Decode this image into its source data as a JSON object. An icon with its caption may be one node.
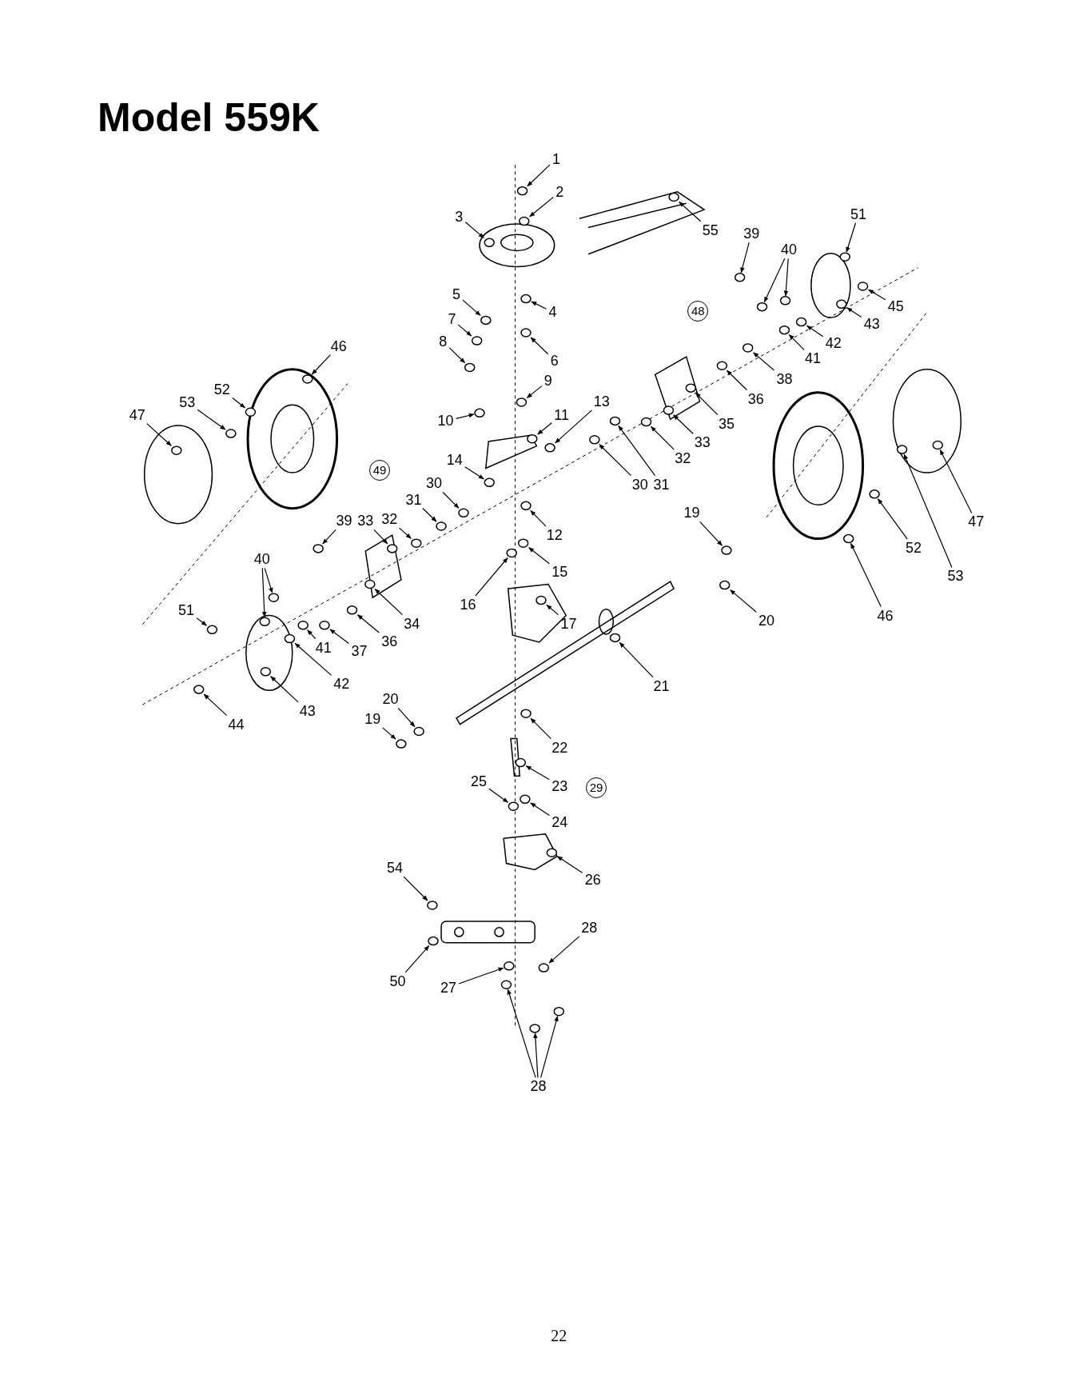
{
  "diagram": {
    "title": "Model 559K",
    "nodes": [
      {
        "text": [
          "1"
        ]
      },
      {
        "text": [
          "2"
        ]
      },
      {
        "text": [
          "3"
        ]
      },
      {
        "text": [
          "55"
        ]
      },
      {
        "text": [
          "39"
        ]
      },
      {
        "text": [
          "40"
        ]
      },
      {
        "text": [
          "51"
        ]
      },
      {
        "text": [
          "45"
        ]
      },
      {
        "text": [
          "43"
        ]
      },
      {
        "text": [
          "5"
        ]
      },
      {
        "text": [
          "4"
        ]
      },
      {
        "text": [
          "48"
        ]
      },
      {
        "text": [
          "7"
        ]
      },
      {
        "text": [
          "6"
        ]
      },
      {
        "text": [
          "8"
        ]
      },
      {
        "text": [
          "46"
        ]
      },
      {
        "text": [
          "42"
        ]
      },
      {
        "text": [
          "41"
        ]
      },
      {
        "text": [
          "38"
        ]
      },
      {
        "text": [
          "36"
        ]
      },
      {
        "text": [
          "9"
        ]
      },
      {
        "text": [
          "52"
        ]
      },
      {
        "text": [
          "53"
        ]
      },
      {
        "text": [
          "47"
        ]
      },
      {
        "text": [
          "10"
        ]
      },
      {
        "text": [
          "11"
        ]
      },
      {
        "text": [
          "13"
        ]
      },
      {
        "text": [
          "35"
        ]
      },
      {
        "text": [
          "33"
        ]
      },
      {
        "text": [
          "32"
        ]
      },
      {
        "text": [
          "14"
        ]
      },
      {
        "text": [
          "30"
        ]
      },
      {
        "text": [
          "31"
        ]
      },
      {
        "text": [
          "49"
        ]
      },
      {
        "text": [
          "30"
        ]
      },
      {
        "text": [
          "31"
        ]
      },
      {
        "text": [
          "39"
        ]
      },
      {
        "text": [
          "33"
        ]
      },
      {
        "text": [
          "32"
        ]
      },
      {
        "text": [
          "12"
        ]
      },
      {
        "text": [
          "19"
        ]
      },
      {
        "text": [
          "47"
        ]
      },
      {
        "text": [
          "52"
        ]
      },
      {
        "text": [
          "53"
        ]
      },
      {
        "text": [
          "40"
        ]
      },
      {
        "text": [
          "15"
        ]
      },
      {
        "text": [
          "20"
        ]
      },
      {
        "text": [
          "16"
        ]
      },
      {
        "text": [
          "17"
        ]
      },
      {
        "text": [
          "34"
        ]
      },
      {
        "text": [
          "46"
        ]
      },
      {
        "text": [
          "51"
        ]
      },
      {
        "text": [
          "36"
        ]
      },
      {
        "text": [
          "37"
        ]
      },
      {
        "text": [
          "41"
        ]
      },
      {
        "text": [
          "42"
        ]
      },
      {
        "text": [
          "21"
        ]
      },
      {
        "text": [
          "43"
        ]
      },
      {
        "text": [
          "44"
        ]
      },
      {
        "text": [
          "20"
        ]
      },
      {
        "text": [
          "19"
        ]
      },
      {
        "text": [
          "22"
        ]
      },
      {
        "text": [
          "23"
        ]
      },
      {
        "text": [
          "29"
        ]
      },
      {
        "text": [
          "25"
        ]
      },
      {
        "text": [
          "24"
        ]
      },
      {
        "text": [
          "26"
        ]
      },
      {
        "text": [
          "54"
        ]
      },
      {
        "text": [
          "28"
        ]
      },
      {
        "text": [
          "50"
        ]
      },
      {
        "text": [
          "27"
        ]
      },
      {
        "text": [
          "28"
        ]
      },
      {
        "text": [],
        "shape": "circle"
      },
      {
        "text": [],
        "shape": "circle"
      },
      {
        "text": [],
        "shape": "circle"
      },
      {
        "text": [],
        "shape": "circle"
      },
      {
        "text": [],
        "shape": "circle"
      },
      {
        "text": [],
        "shape": "circle"
      },
      {
        "text": [],
        "shape": "circle"
      },
      {
        "text": [],
        "shape": "circle"
      },
      {
        "text": [],
        "shape": "circle"
      },
      {
        "text": [],
        "shape": "circle"
      },
      {
        "text": [],
        "shape": "circle"
      },
      {
        "text": [],
        "shape": "circle"
      },
      {
        "text": [],
        "shape": "circle"
      },
      {
        "text": [],
        "shape": "circle"
      },
      {
        "text": [],
        "shape": "circle"
      },
      {
        "text": [],
        "shape": "circle"
      },
      {
        "text": [],
        "shape": "circle"
      },
      {
        "text": [],
        "shape": "circle"
      },
      {
        "text": [],
        "shape": "circle"
      },
      {
        "text": [],
        "shape": "circle"
      },
      {
        "text": [],
        "shape": "circle"
      },
      {
        "text": [],
        "shape": "circle"
      },
      {
        "text": [],
        "shape": "circle"
      },
      {
        "text": [],
        "shape": "circle"
      },
      {
        "text": [],
        "shape": "circle"
      },
      {
        "text": [],
        "shape": "circle"
      },
      {
        "text": [],
        "shape": "circle"
      },
      {
        "text": [],
        "shape": "circle"
      },
      {
        "text": [],
        "shape": "circle"
      },
      {
        "text": [],
        "shape": "circle"
      },
      {
        "text": [],
        "shape": "circle"
      },
      {
        "text": [],
        "shape": "circle"
      },
      {
        "text": [],
        "shape": "circle"
      },
      {
        "text": [],
        "shape": "circle"
      },
      {
        "text": [],
        "shape": "circle"
      },
      {
        "text": [],
        "shape": "circle"
      },
      {
        "text": [],
        "shape": "circle"
      },
      {
        "text": [],
        "shape": "circle"
      },
      {
        "text": [],
        "shape": "circle"
      },
      {
        "text": [],
        "shape": "circle"
      },
      {
        "text": [],
        "shape": "circle"
      },
      {
        "text": [],
        "shape": "circle"
      },
      {
        "text": [],
        "shape": "circle"
      },
      {
        "text": [],
        "shape": "circle"
      },
      {
        "text": [],
        "shape": "circle"
      },
      {
        "text": [],
        "shape": "circle"
      },
      {
        "text": [],
        "shape": "circle"
      },
      {
        "text": [],
        "shape": "circle"
      },
      {
        "text": [],
        "shape": "circle"
      },
      {
        "text": [],
        "shape": "circle"
      },
      {
        "text": [],
        "shape": "circle"
      },
      {
        "text": [],
        "shape": "circle"
      },
      {
        "text": [],
        "shape": "circle"
      },
      {
        "text": [],
        "shape": "circle"
      },
      {
        "text": [],
        "shape": "circle"
      },
      {
        "text": [],
        "shape": "circle"
      },
      {
        "text": [],
        "shape": "circle"
      },
      {
        "text": [],
        "shape": "circle"
      },
      {
        "text": [],
        "shape": "circle"
      },
      {
        "text": [],
        "shape": "circle"
      },
      {
        "text": [],
        "shape": "circle"
      },
      {
        "text": [],
        "shape": "circle"
      },
      {
        "text": [],
        "shape": "circle"
      },
      {
        "text": [],
        "shape": "circle"
      },
      {
        "text": [],
        "shape": "circle"
      },
      {
        "text": [],
        "shape": "circle"
      },
      {
        "text": [],
        "shape": "circle"
      },
      {
        "text": [],
        "shape": "circle"
      },
      {
        "text": [],
        "shape": "circle"
      },
      {
        "text": [],
        "shape": "circle"
      },
      {
        "text": [],
        "shape": "circle"
      },
      {
        "text": [],
        "shape": "circle"
      },
      {
        "text": [],
        "shape": "circle"
      }
    ],
    "edges": [
      {
        "from": 0,
        "to": 72,
        "arrow": "to"
      },
      {
        "from": 1,
        "to": 73,
        "arrow": "to"
      },
      {
        "from": 2,
        "to": 74,
        "arrow": "to"
      },
      {
        "from": 3,
        "to": 75,
        "arrow": "to"
      },
      {
        "from": 4,
        "to": 76,
        "arrow": "to"
      },
      {
        "from": 5,
        "to": 77,
        "arrow": "to"
      },
      {
        "from": 5,
        "to": 78,
        "arrow": "to"
      },
      {
        "from": 6,
        "to": 79,
        "arrow": "to"
      },
      {
        "from": 7,
        "to": 80,
        "arrow": "to"
      },
      {
        "from": 8,
        "to": 81,
        "arrow": "to"
      },
      {
        "from": 9,
        "to": 82,
        "arrow": "to"
      },
      {
        "from": 10,
        "to": 83,
        "arrow": "to"
      },
      {
        "from": 12,
        "to": 84,
        "arrow": "to"
      },
      {
        "from": 13,
        "to": 85,
        "arrow": "to"
      },
      {
        "from": 14,
        "to": 86,
        "arrow": "to"
      },
      {
        "from": 15,
        "to": 87,
        "arrow": "to"
      },
      {
        "from": 16,
        "to": 88,
        "arrow": "to"
      },
      {
        "from": 17,
        "to": 89,
        "arrow": "to"
      },
      {
        "from": 18,
        "to": 90,
        "arrow": "to"
      },
      {
        "from": 19,
        "to": 91,
        "arrow": "to"
      },
      {
        "from": 20,
        "to": 92,
        "arrow": "to"
      },
      {
        "from": 21,
        "to": 93,
        "arrow": "to"
      },
      {
        "from": 22,
        "to": 94,
        "arrow": "to"
      },
      {
        "from": 23,
        "to": 95,
        "arrow": "to"
      },
      {
        "from": 24,
        "to": 96,
        "arrow": "to"
      },
      {
        "from": 25,
        "to": 97,
        "arrow": "to"
      },
      {
        "from": 26,
        "to": 98,
        "arrow": "to"
      },
      {
        "from": 27,
        "to": 99,
        "arrow": "to"
      },
      {
        "from": 28,
        "to": 100,
        "arrow": "to"
      },
      {
        "from": 29,
        "to": 101,
        "arrow": "to"
      },
      {
        "from": 30,
        "to": 102,
        "arrow": "to"
      },
      {
        "from": 31,
        "to": 103,
        "arrow": "to"
      },
      {
        "from": 32,
        "to": 104,
        "arrow": "to"
      },
      {
        "from": 34,
        "to": 105,
        "arrow": "to"
      },
      {
        "from": 35,
        "to": 106,
        "arrow": "to"
      },
      {
        "from": 36,
        "to": 107,
        "arrow": "to"
      },
      {
        "from": 37,
        "to": 108,
        "arrow": "to"
      },
      {
        "from": 38,
        "to": 109,
        "arrow": "to"
      },
      {
        "from": 39,
        "to": 110,
        "arrow": "to"
      },
      {
        "from": 40,
        "to": 111,
        "arrow": "to"
      },
      {
        "from": 41,
        "to": 112,
        "arrow": "to"
      },
      {
        "from": 42,
        "to": 113,
        "arrow": "to"
      },
      {
        "from": 43,
        "to": 114,
        "arrow": "to"
      },
      {
        "from": 44,
        "to": 115,
        "arrow": "to"
      },
      {
        "from": 44,
        "to": 116,
        "arrow": "to"
      },
      {
        "from": 45,
        "to": 117,
        "arrow": "to"
      },
      {
        "from": 46,
        "to": 118,
        "arrow": "to"
      },
      {
        "from": 47,
        "to": 119,
        "arrow": "to"
      },
      {
        "from": 48,
        "to": 120,
        "arrow": "to"
      },
      {
        "from": 49,
        "to": 121,
        "arrow": "to"
      },
      {
        "from": 50,
        "to": 122,
        "arrow": "to"
      },
      {
        "from": 51,
        "to": 123,
        "arrow": "to"
      },
      {
        "from": 52,
        "to": 124,
        "arrow": "to"
      },
      {
        "from": 53,
        "to": 125,
        "arrow": "to"
      },
      {
        "from": 54,
        "to": 126,
        "arrow": "to"
      },
      {
        "from": 55,
        "to": 127,
        "arrow": "to"
      },
      {
        "from": 56,
        "to": 128,
        "arrow": "to"
      },
      {
        "from": 57,
        "to": 129,
        "arrow": "to"
      },
      {
        "from": 58,
        "to": 130,
        "arrow": "to"
      },
      {
        "from": 59,
        "to": 131,
        "arrow": "to"
      },
      {
        "from": 60,
        "to": 132,
        "arrow": "to"
      },
      {
        "from": 61,
        "to": 133,
        "arrow": "to"
      },
      {
        "from": 62,
        "to": 134,
        "arrow": "to"
      },
      {
        "from": 64,
        "to": 135,
        "arrow": "to"
      },
      {
        "from": 65,
        "to": 136,
        "arrow": "to"
      },
      {
        "from": 66,
        "to": 137,
        "arrow": "to"
      },
      {
        "from": 67,
        "to": 138,
        "arrow": "to"
      },
      {
        "from": 68,
        "to": 139,
        "arrow": "to"
      },
      {
        "from": 69,
        "to": 140,
        "arrow": "to"
      },
      {
        "from": 70,
        "to": 141,
        "arrow": "to"
      },
      {
        "from": 71,
        "to": 142,
        "arrow": "to"
      },
      {
        "from": 71,
        "to": 143,
        "arrow": "to"
      },
      {
        "from": 71,
        "to": 144,
        "arrow": "to"
      }
    ],
    "labels": [
      "22"
    ]
  }
}
